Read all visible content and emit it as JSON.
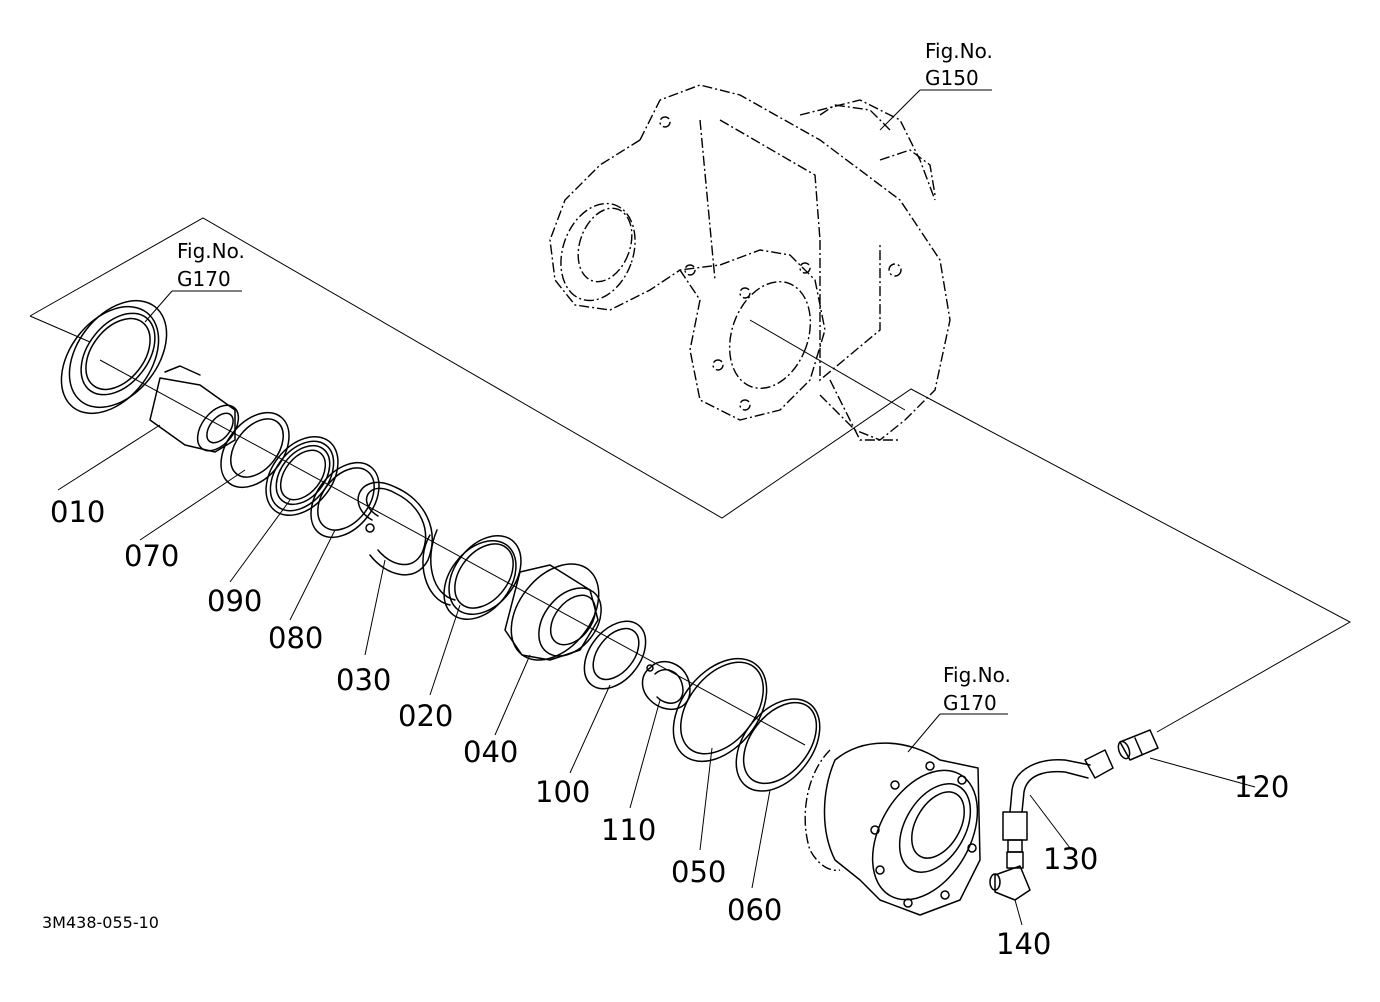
{
  "fig_refs": {
    "g150": {
      "prefix": "Fig.No.",
      "code": "G150"
    },
    "g170_left": {
      "prefix": "Fig.No.",
      "code": "G170"
    },
    "g170_right": {
      "prefix": "Fig.No.",
      "code": "G170"
    }
  },
  "parts": {
    "p010": "010",
    "p070": "070",
    "p090": "090",
    "p080": "080",
    "p030": "030",
    "p020": "020",
    "p040": "040",
    "p100": "100",
    "p110": "110",
    "p050": "050",
    "p060": "060",
    "p120": "120",
    "p130": "130",
    "p140": "140"
  },
  "drawing_code": "3M438-055-10"
}
